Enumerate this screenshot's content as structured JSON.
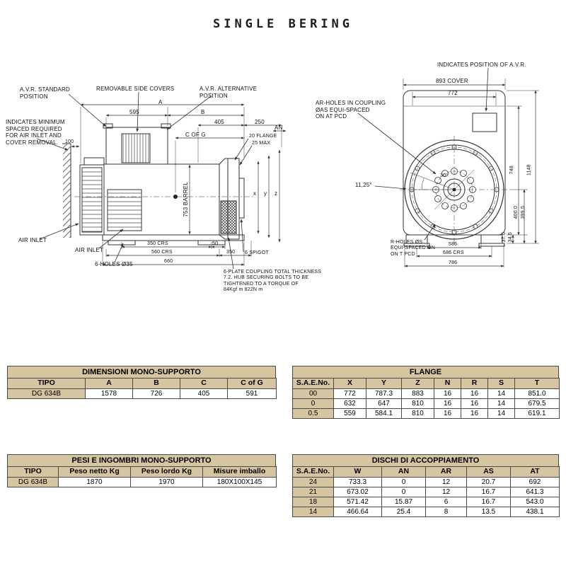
{
  "page": {
    "title": "SINGLE BERING"
  },
  "colors": {
    "header_bg": "#d5c5a1",
    "border": "#4a4a4a",
    "line": "#333333"
  },
  "left_view": {
    "avr_standard": "A.V.R. STANDARD\nPOSITION",
    "removable_covers": "REMOVABLE SIDE COVERS",
    "avr_alternative": "A.V.R. ALTERNATIVE\nPOSITION",
    "min_space_note": "INDICATES MINIMUM\nSPACED REQUIRED\nFOR AIR INLET AND\nCOVER REMOVAL.",
    "dim_100": "100",
    "dim_A": "A",
    "dim_595": "595",
    "dim_B": "B",
    "dim_405": "405",
    "dim_250": "250",
    "dim_AN": "AN",
    "dim_c_of_g": "C OF G",
    "dim_20_flange": "20 FLANGE",
    "dim_25_max": "25 MAX",
    "dim_753_barrel": "753 BARREL",
    "dim_x": "x",
    "dim_y": "y",
    "dim_z": "z",
    "air_inlet_left": "AIR INLET",
    "air_inlet_bottom": "AIR INLET",
    "holes_note": "6-HOLES Ø35",
    "dim_350_crs": "350 CRS",
    "dim_50": "50",
    "dim_560_crs": "560 CRS",
    "dim_350": "350",
    "dim_660": "660",
    "spigot_note": "6 SPIGOT",
    "coupling_note": "6-PLATE COUPLING TOTAL THICKNESS\n7.2. HUB SECURING BOLTS TO BE\nTIGHTENED TO A TORQUE OF\n84Kgf m 822N m"
  },
  "right_view": {
    "avr_position_note": "INDICATES POSITION OF A.V.R.",
    "dim_893_cover": "893 COVER",
    "dim_772": "772",
    "ar_holes_note": "AR-HOLES IN COUPLING\nØAS EQUI-SPACED\nON AT PCD",
    "angle_11_25": "11,25°",
    "angle_30": "30°",
    "dim_748": "748",
    "dim_1148": "1148",
    "dim_400_0": "400.0",
    "dim_399_5": "399.5",
    "dim_37_0": "37.0",
    "dim_34_5": "34.5",
    "r_holes_note": "R-HOLES ØS\nEQUI-SPACED ON\nON T PCD",
    "dim_586": "586",
    "dim_686_crs": "686 CRS",
    "dim_786": "786"
  },
  "tables": {
    "dimensioni": {
      "title": "DIMENSIONI  MONO-SUPPORTO",
      "headers": [
        "TIPO",
        "A",
        "B",
        "C",
        "C of G"
      ],
      "rows": [
        [
          "DG 634B",
          "1578",
          "726",
          "405",
          "591"
        ]
      ]
    },
    "flange": {
      "title": "FLANGE",
      "headers": [
        "S.A.E.No.",
        "X",
        "Y",
        "Z",
        "N",
        "R",
        "S",
        "T"
      ],
      "rows": [
        [
          "00",
          "772",
          "787.3",
          "883",
          "16",
          "16",
          "14",
          "851.0"
        ],
        [
          "0",
          "632",
          "647",
          "810",
          "16",
          "16",
          "14",
          "679.5"
        ],
        [
          "0.5",
          "559",
          "584.1",
          "810",
          "16",
          "16",
          "14",
          "619.1"
        ]
      ]
    },
    "pesi": {
      "title": "PESI E INGOMBRI  MONO-SUPPORTO",
      "headers": [
        "TIPO",
        "Peso netto Kg",
        "Peso lordo Kg",
        "Misure imballo"
      ],
      "rows": [
        [
          "DG 634B",
          "1870",
          "1970",
          "180X100X145"
        ]
      ]
    },
    "dischi": {
      "title": "DISCHI DI ACCOPPIAMENTO",
      "headers": [
        "S.A.E.No.",
        "W",
        "AN",
        "AR",
        "AS",
        "AT"
      ],
      "rows": [
        [
          "24",
          "733.3",
          "0",
          "12",
          "20.7",
          "692"
        ],
        [
          "21",
          "673.02",
          "0",
          "12",
          "16.7",
          "641.3"
        ],
        [
          "18",
          "571.42",
          "15.87",
          "6",
          "16.7",
          "543.0"
        ],
        [
          "14",
          "466.64",
          "25.4",
          "8",
          "13.5",
          "438.1"
        ]
      ]
    }
  }
}
